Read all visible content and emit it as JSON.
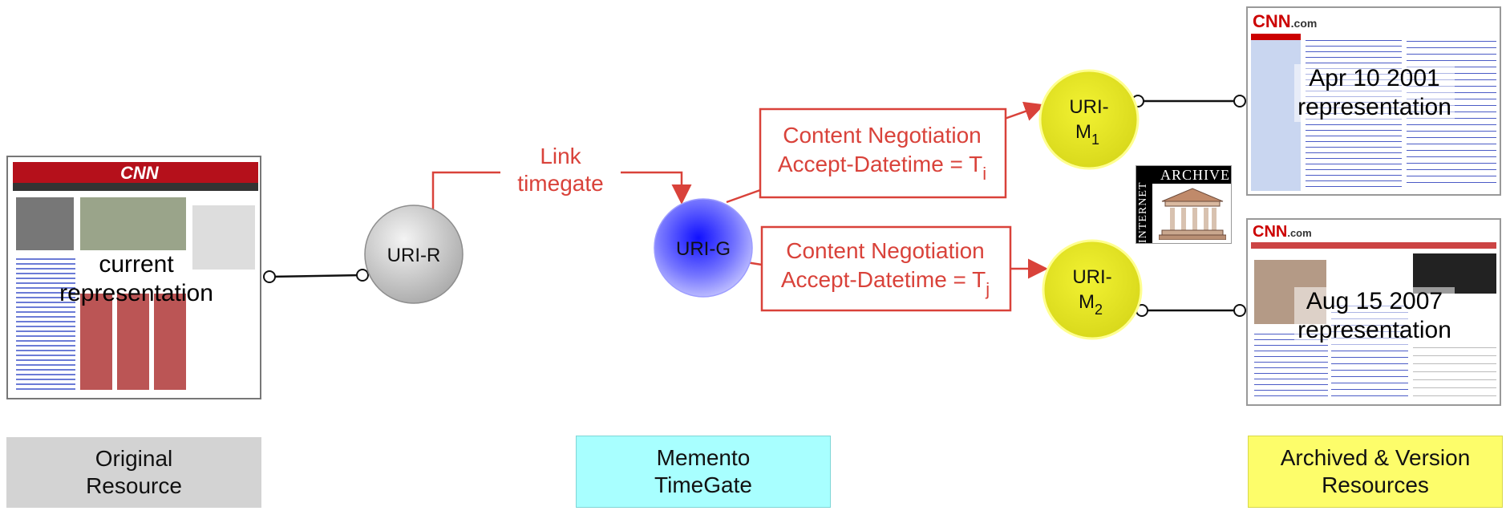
{
  "nodes": {
    "uri_r": "URI-R",
    "uri_g": "URI-G",
    "uri_m1": {
      "prefix": "URI-",
      "base": "M",
      "sub": "1"
    },
    "uri_m2": {
      "prefix": "URI-",
      "base": "M",
      "sub": "2"
    }
  },
  "edges": {
    "link_timegate": "Link\ntimegate",
    "cn_top": {
      "line1": "Content Negotiation",
      "line2": "Accept-Datetime = T",
      "sub": "i"
    },
    "cn_bottom": {
      "line1": "Content Negotiation",
      "line2": "Accept-Datetime = T",
      "sub": "j"
    }
  },
  "screenshots": {
    "current": "current\nrepresentation",
    "archived_1": "Apr 10 2001\nrepresentation",
    "archived_2": "Aug 15 2007\nrepresentation"
  },
  "internet_archive": {
    "title": "ARCHIVE",
    "vertical": "INTERNET"
  },
  "bottom_labels": {
    "original": "Original\nResource",
    "timegate": "Memento\nTimeGate",
    "archived": "Archived & Version\nResources"
  },
  "colors": {
    "arrow": "#d9423a",
    "uri_r_fill": "#cfcfcf",
    "uri_g_fill": "#5a5aff",
    "uri_m_fill": "#ecec2a",
    "original_bg": "#d3d3d3",
    "timegate_bg": "#a8ffff",
    "archived_bg": "#fdfd6a"
  }
}
